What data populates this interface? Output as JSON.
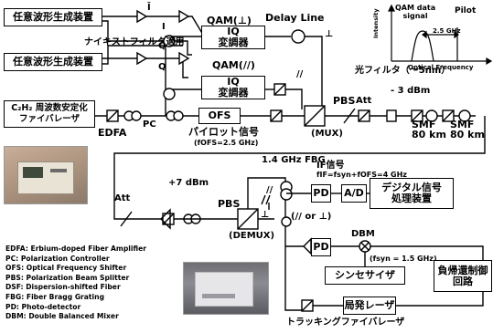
{
  "top": {
    "awg1": "任意波形生成装置",
    "awg2": "任意波形生成装置",
    "nyquist": "ナイキストフィルタ適用",
    "i": "I",
    "ibar": "Ī",
    "q": "Q",
    "qbar": "Q̄",
    "qam_perp": "QAM(⊥)",
    "qam_par": "QAM(//)",
    "iq1": "IQ\n変調器",
    "iq2": "IQ\n変調器",
    "delay": "Delay Line",
    "perp_mark": "⊥",
    "par_mark": "//",
    "laser": "C₂H₂ 周波数安定化\nファイバレーザ",
    "edfa": "EDFA",
    "pc": "PC",
    "ofs": "OFS",
    "pilot": "パイロット信号",
    "fofs": "(fOFS=2.5 GHz)",
    "pbs": "PBS",
    "mux": "(MUX)",
    "att": "Att",
    "optfilter": "光フィルタ（～5nm）",
    "minus3": "- 3 dBm",
    "smf1": "SMF\n80 km",
    "smf2": "SMF\n80 km"
  },
  "spectrum": {
    "qam_label": "QAM data\nsignal",
    "pilot_label": "Pilot",
    "spacing": "2.5 GHz",
    "xaxis": "Optical Frequency",
    "yaxis": "Intensity"
  },
  "bottom": {
    "fbg": "1.4 GHz FBG",
    "plus7": "+7 dBm",
    "att": "Att",
    "pbs": "PBS",
    "demux": "(DEMUX)",
    "par_mark": "//",
    "perp_mark": "⊥",
    "pol_choice": "(// or ⊥)",
    "if_label": "IF信号",
    "if_eq": "fIF=fsyn+fOFS=4 GHz",
    "pd1": "PD",
    "ad": "A/D",
    "digital": "デジタル信号\n処理装置",
    "pd2": "PD",
    "dbm": "DBM",
    "fsyn": "(fsyn = 1.5 GHz)",
    "synth": "シンセサイザ",
    "feedback": "負帰還制御\n回路",
    "lo": "局発レーザ",
    "tracking": "トラッキングファイバレーザ"
  },
  "legend": [
    "EDFA: Erbium-doped Fiber Amplifier",
    "PC: Polarization Controller",
    "OFS: Optical Frequency Shifter",
    "PBS: Polarization Beam Splitter",
    "DSF: Dispersion-shifted Fiber",
    "FBG: Fiber Bragg Grating",
    "PD: Photo-detector",
    "DBM: Double Balanced Mixer"
  ]
}
